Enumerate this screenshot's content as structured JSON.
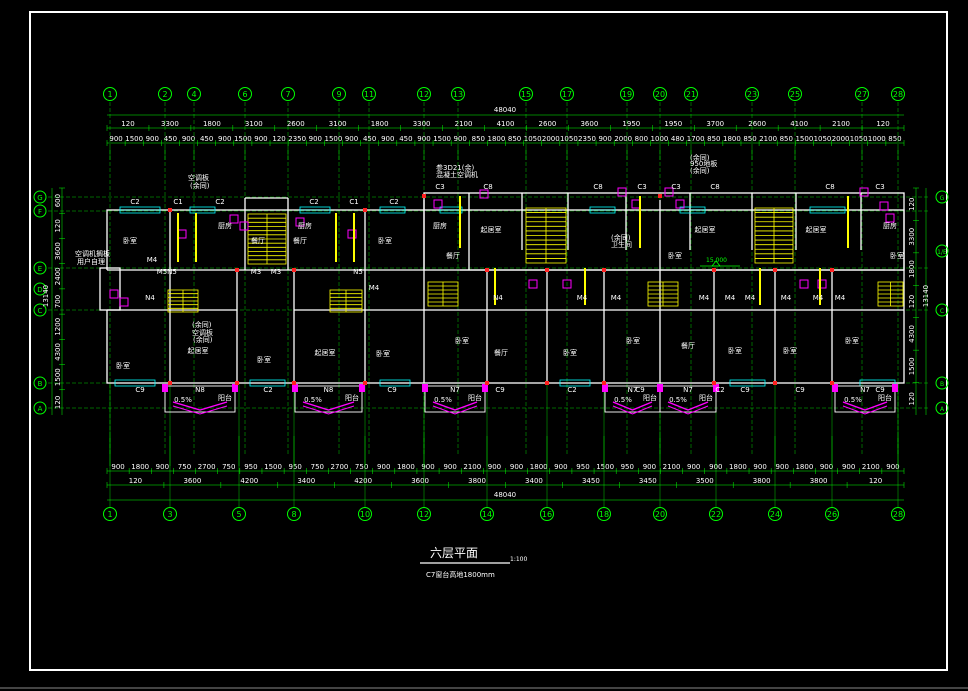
{
  "drawing": {
    "title": "六层平面",
    "scale": "1:100",
    "note": "C7窗台高地1800mm",
    "level_mark": "15.000"
  },
  "axes": {
    "top": [
      "1",
      "2",
      "4",
      "6",
      "7",
      "9",
      "11",
      "12",
      "13",
      "15",
      "17",
      "19",
      "20",
      "21",
      "23",
      "25",
      "27",
      "28"
    ],
    "bottom": [
      "1",
      "3",
      "5",
      "8",
      "10",
      "12",
      "14",
      "16",
      "18",
      "20",
      "22",
      "24",
      "26",
      "28"
    ],
    "sides": [
      "G",
      "F",
      "E",
      "D",
      "C",
      "B",
      "A"
    ],
    "right": [
      "G",
      "1/E",
      "C",
      "B",
      "A"
    ]
  },
  "dims": {
    "total": "48040",
    "top_row1": [
      "120",
      "3300",
      "1800",
      "3100",
      "2600",
      "3100",
      "1800",
      "3300",
      "2100",
      "4100",
      "2600",
      "3600",
      "1950",
      "1950",
      "3700",
      "2600",
      "4100",
      "2100",
      "120"
    ],
    "top_row2": [
      "900",
      "1500",
      "900",
      "450",
      "900",
      "450",
      "900",
      "1500",
      "900",
      "120",
      "2350",
      "900",
      "1500",
      "900",
      "450",
      "900",
      "450",
      "900",
      "1500",
      "900",
      "850",
      "1800",
      "850",
      "1050",
      "2000",
      "1050",
      "2350",
      "900",
      "2000",
      "800",
      "1000",
      "480",
      "1700",
      "850",
      "1800",
      "850",
      "2100",
      "850",
      "1500",
      "1050",
      "2000",
      "1050",
      "1000",
      "850"
    ],
    "bottom_row1": [
      "900",
      "1800",
      "900",
      "750",
      "2700",
      "750",
      "950",
      "1500",
      "950",
      "750",
      "2700",
      "750",
      "900",
      "1800",
      "900",
      "900",
      "2100",
      "900",
      "900",
      "1800",
      "900",
      "950",
      "1500",
      "950",
      "900",
      "2100",
      "900",
      "900",
      "1800",
      "900",
      "900",
      "1800",
      "900",
      "900",
      "2100",
      "900"
    ],
    "bottom_row2": [
      "120",
      "3600",
      "4200",
      "3400",
      "4200",
      "3600",
      "3800",
      "3400",
      "3450",
      "3450",
      "3500",
      "3800",
      "3800",
      "120"
    ],
    "left": [
      "600",
      "120",
      "3600",
      "2400",
      "700",
      "1200",
      "4300",
      "1500",
      "120"
    ],
    "left_total": "13140",
    "right": [
      "120",
      "3300",
      "1800",
      "120",
      "4300",
      "1500",
      "120"
    ],
    "right_total": "13140"
  },
  "rooms": [
    {
      "id": "bed1",
      "label": "卧室"
    },
    {
      "id": "kit1",
      "label": "厨房"
    },
    {
      "id": "bed2",
      "label": "卧室"
    },
    {
      "id": "kit2",
      "label": "厨房"
    },
    {
      "id": "dine1",
      "label": "餐厅"
    },
    {
      "id": "dine2",
      "label": "餐厅"
    },
    {
      "id": "liv1",
      "label": "起居室"
    },
    {
      "id": "liv2",
      "label": "起居室"
    },
    {
      "id": "bed3",
      "label": "卧室"
    },
    {
      "id": "bed4",
      "label": "卧室"
    },
    {
      "id": "bed5",
      "label": "卧室"
    },
    {
      "id": "liv3",
      "label": "起居室"
    },
    {
      "id": "liv4",
      "label": "起居室"
    },
    {
      "id": "liv5",
      "label": "起居室"
    },
    {
      "id": "kit3",
      "label": "厨房"
    },
    {
      "id": "kit4",
      "label": "厨房"
    },
    {
      "id": "bed6",
      "label": "卧室"
    },
    {
      "id": "bed7",
      "label": "卧室"
    },
    {
      "id": "bed8",
      "label": "卧室"
    },
    {
      "id": "bed9",
      "label": "卧室"
    },
    {
      "id": "bed10",
      "label": "卧室"
    },
    {
      "id": "bed11",
      "label": "卧室"
    },
    {
      "id": "bed12",
      "label": "卧室"
    },
    {
      "id": "bed13",
      "label": "卧室"
    },
    {
      "id": "dine3",
      "label": "餐厅"
    },
    {
      "id": "dine4",
      "label": "餐厅"
    },
    {
      "id": "dine5",
      "label": "餐厅"
    }
  ],
  "labels": {
    "door_tags": [
      "M4",
      "M5",
      "N5",
      "M3",
      "M3",
      "N5",
      "M4",
      "N4",
      "M4",
      "M4",
      "M4",
      "M4",
      "M4",
      "M4",
      "M4",
      "M4",
      "N4"
    ],
    "window_tags": [
      "C2",
      "C1",
      "C2",
      "C2",
      "C1",
      "C2",
      "C3",
      "C8",
      "C8",
      "C3",
      "C3",
      "C8",
      "C8",
      "C3",
      "C9",
      "C2",
      "C9",
      "C9",
      "C2",
      "C9",
      "C9",
      "C9",
      "C2",
      "C9"
    ],
    "balcony_tags": [
      "N8",
      "N8",
      "N7",
      "N7",
      "N7",
      "N7"
    ],
    "balcony_word": "阳台",
    "slope": "0.5%",
    "notes": [
      "空调板",
      "(余同)",
      "空调机搁板",
      "用户自理",
      "(余同)",
      "空调板",
      "(余同)",
      "参3D21(余)",
      "混凝土空调机",
      "(余同)",
      "卫生间",
      "(余同)",
      "950地板",
      "(余同)"
    ]
  }
}
